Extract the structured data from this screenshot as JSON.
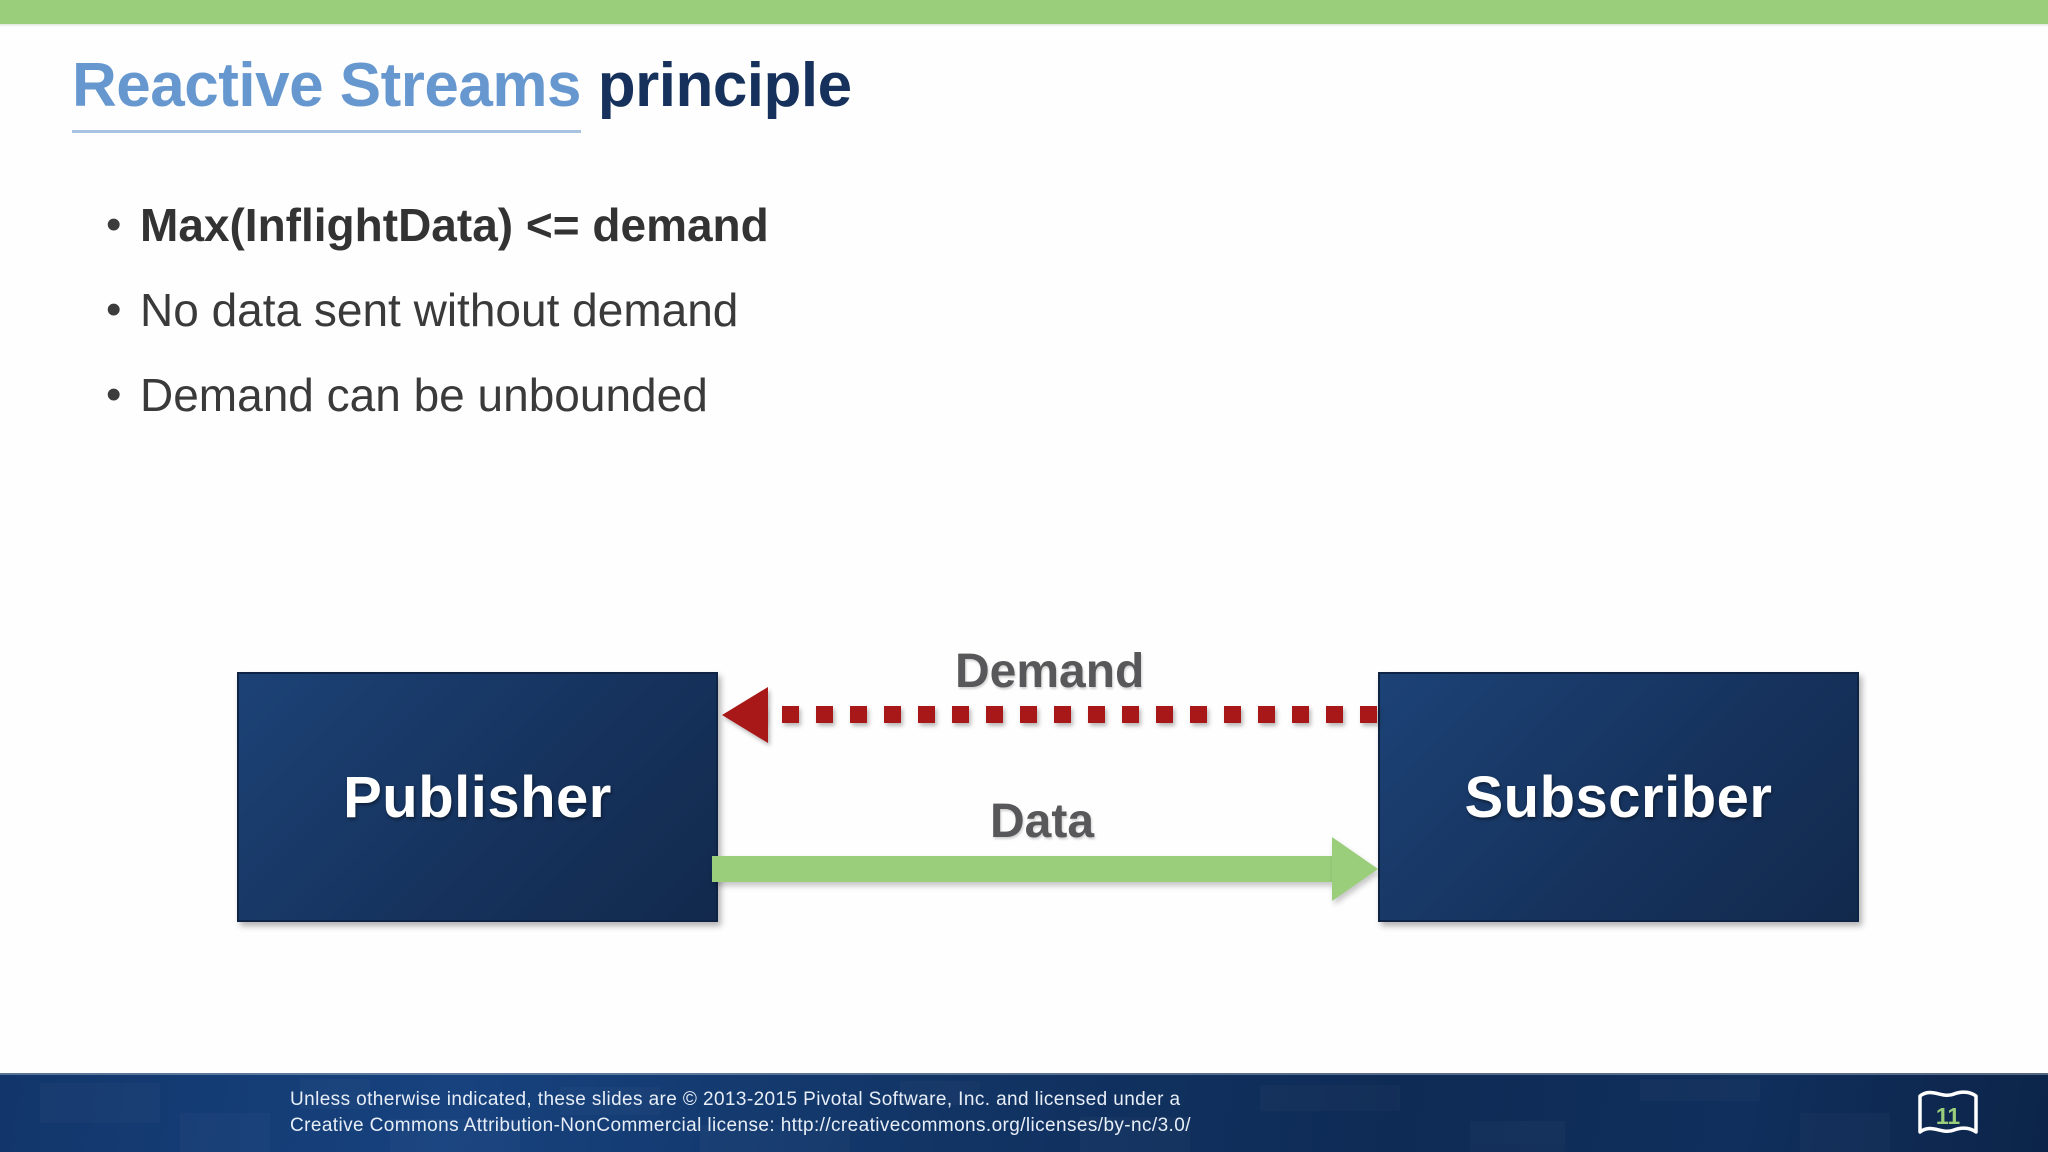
{
  "slide": {
    "title": {
      "accent": "Reactive Streams",
      "plain": "principle"
    },
    "bullets": [
      {
        "marker": "•",
        "text": "Max(InflightData) <= demand",
        "bold": true
      },
      {
        "marker": "•",
        "text": "No data sent without demand",
        "bold": false
      },
      {
        "marker": "•",
        "text": "Demand can be unbounded",
        "bold": false
      }
    ],
    "diagram": {
      "publisher_label": "Publisher",
      "subscriber_label": "Subscriber",
      "demand_label": "Demand",
      "data_label": "Data",
      "colors": {
        "node_fill": "#16335E",
        "demand_arrow": "#A91818",
        "data_arrow": "#9BCE7B",
        "edge_label": "#58585A"
      }
    },
    "footer": {
      "line1": "Unless otherwise indicated, these slides are © 2013-2015 Pivotal Software, Inc. and licensed under a",
      "line2": "Creative Commons Attribution-NonCommercial license: http://creativecommons.org/licenses/by-nc/3.0/",
      "slide_number": "11"
    },
    "theme": {
      "top_band": "#9BCE7B",
      "title_accent": "#6698CF",
      "title_plain": "#16315C",
      "footer_bg": "#12366B"
    }
  }
}
